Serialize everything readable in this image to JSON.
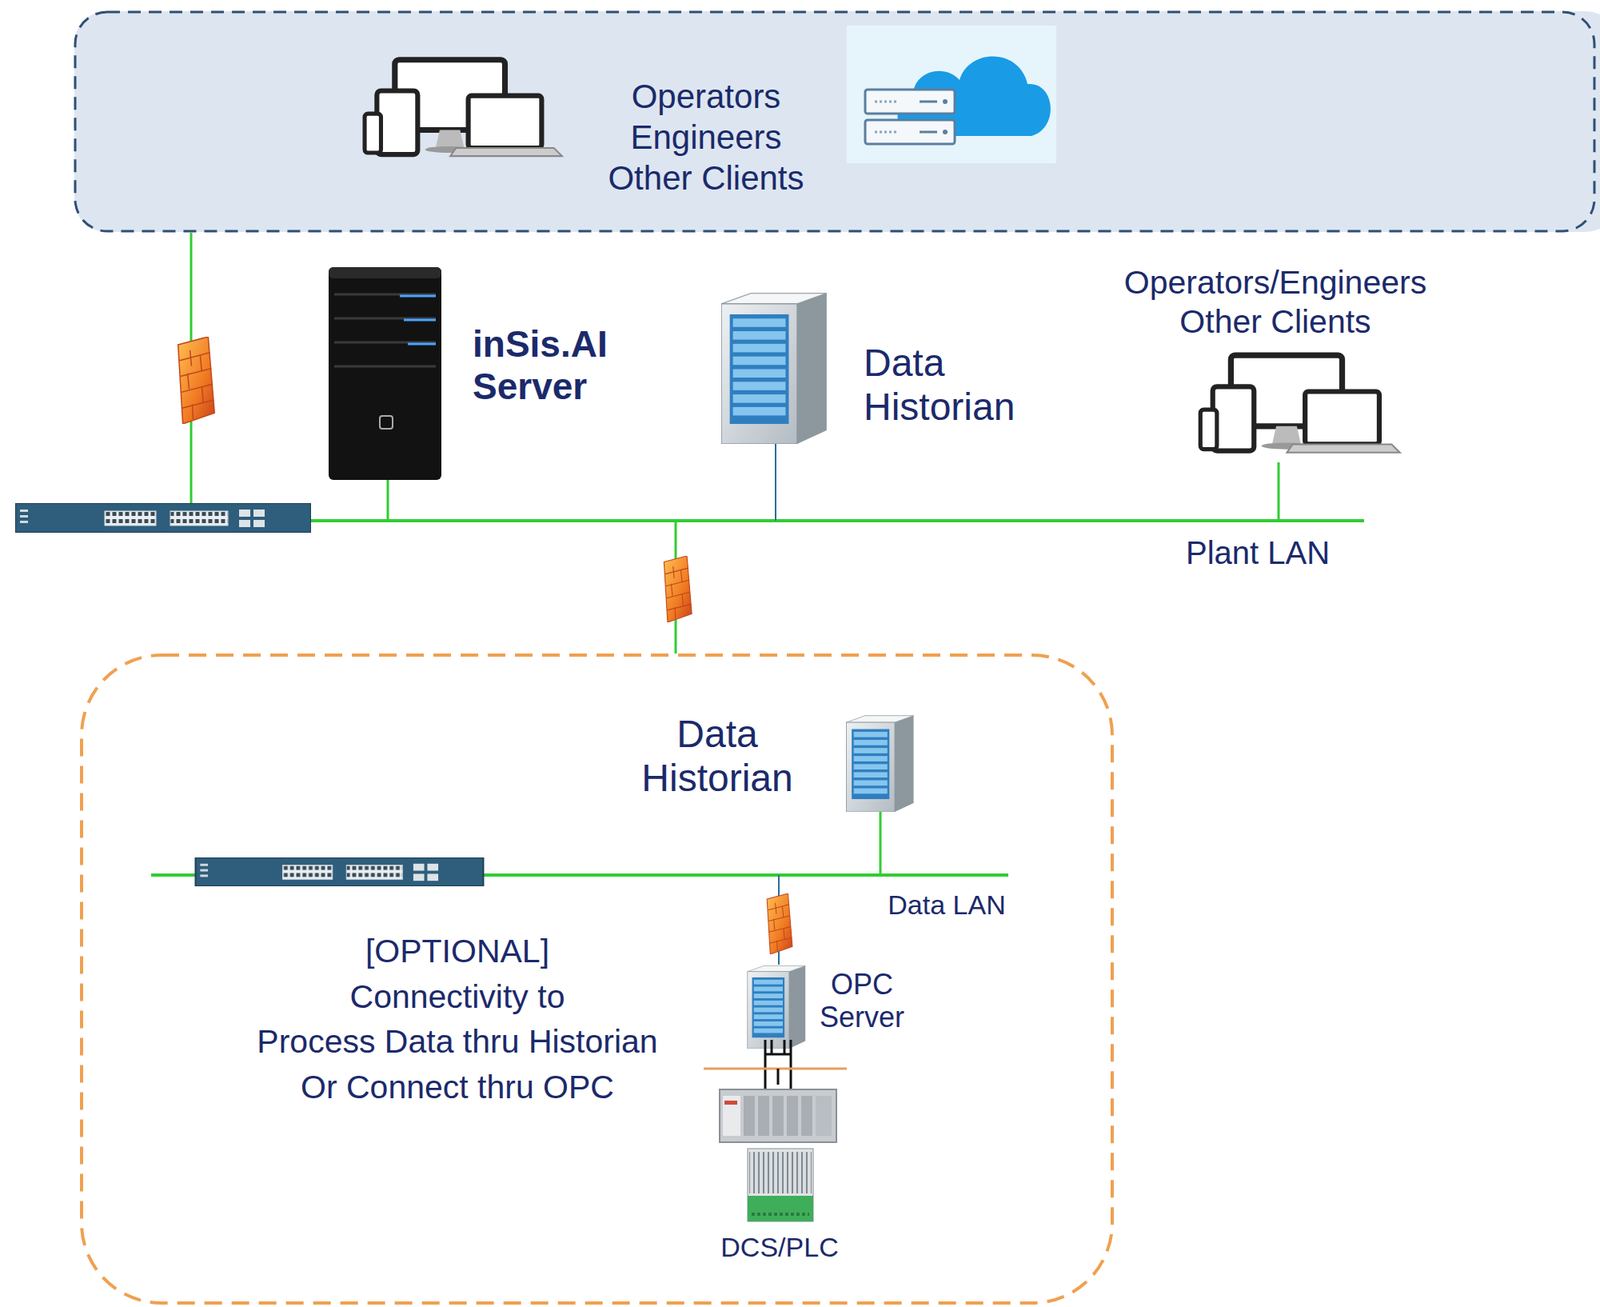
{
  "diagram": {
    "nodes": [
      {
        "text": [
          "Operators Engineers Other Clients"
        ]
      },
      {
        "text": [
          "inSis.AI Server"
        ]
      },
      {
        "text": [
          "Data Historian"
        ]
      },
      {
        "text": [
          "Operators/Engineers Other Clients"
        ]
      },
      {
        "text": [
          "[OPTIONAL] Connectivity to Process Data thru Historian Or Connect thru OPC"
        ]
      },
      {
        "text": [
          "Data Historian"
        ],
        "in": 4
      },
      {
        "text": [
          "OPC Server"
        ],
        "in": 4
      },
      {
        "text": [
          "DCS/PLC"
        ],
        "in": 4
      }
    ],
    "edges": [
      {
        "from": 6,
        "to": 7,
        "arrow": "none"
      }
    ],
    "labels": [
      "Plant LAN",
      "Data LAN"
    ]
  }
}
